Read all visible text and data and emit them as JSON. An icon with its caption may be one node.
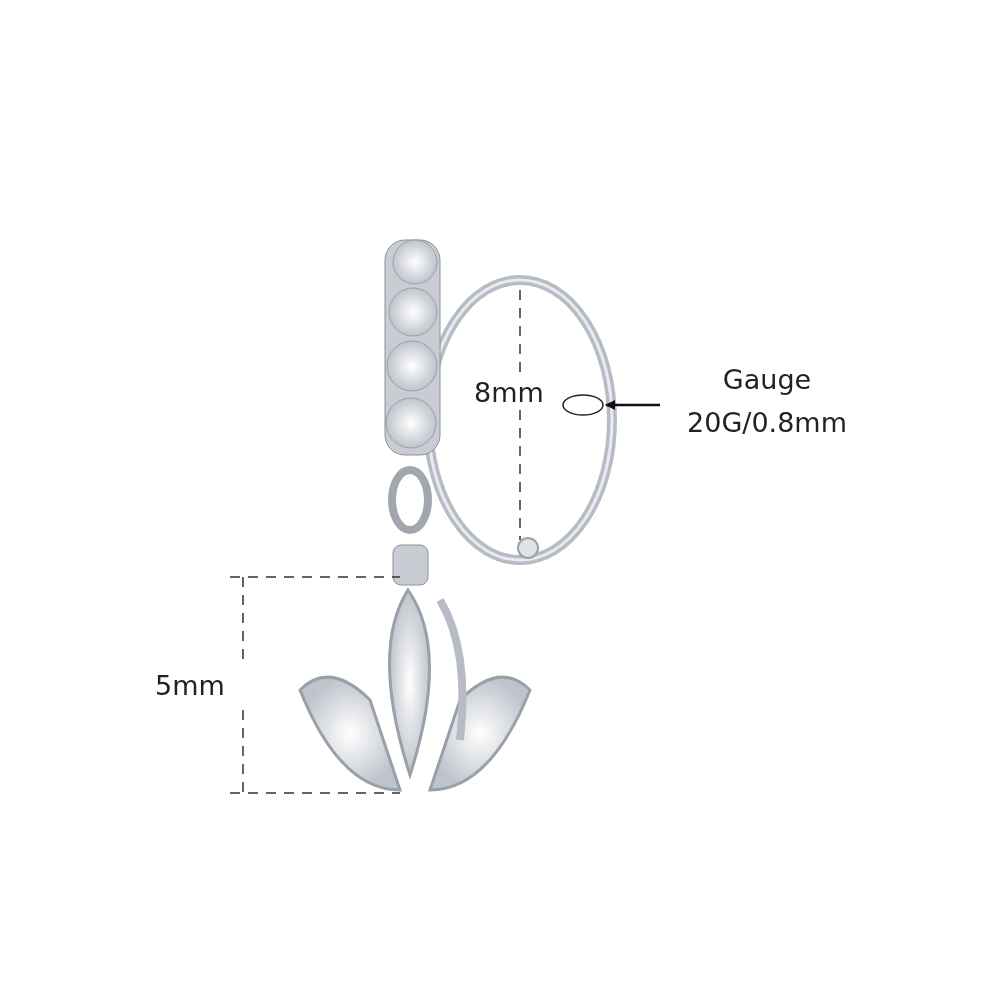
{
  "diagram": {
    "nodes": [
      {
        "text": [
          "Gauge",
          "20G/0.8mm"
        ]
      },
      {
        "text": [],
        "shape": "circle"
      }
    ],
    "edges": [
      {
        "from": 0,
        "to": 1,
        "arrow": "to"
      }
    ],
    "labels": [
      "8mm",
      "5mm"
    ]
  }
}
